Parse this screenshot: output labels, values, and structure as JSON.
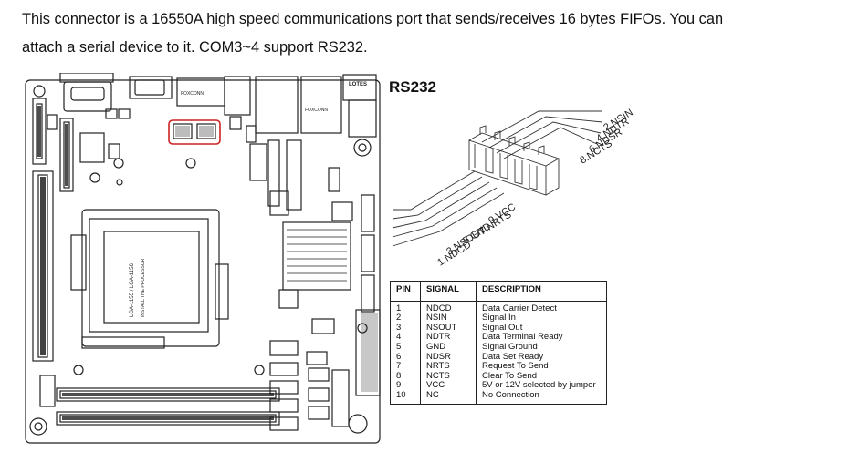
{
  "intro": {
    "line1": "This connector is a 16550A high speed communications port that sends/receives 16 bytes FIFOs. You can",
    "line2": "attach a serial device to it. COM3~4 support RS232."
  },
  "board": {
    "labels": {
      "lga_text1": "LGA-1155 / LGA-1156",
      "lga_text2": "INSTALL THE PROCESSOR",
      "foxconn1": "FOXCONN",
      "foxconn2": "FOXCONN",
      "lotes": "LOTES"
    },
    "highlight_color": "#cc2222"
  },
  "rs232": {
    "title": "RS232",
    "pin_labels": [
      "2.NSIN",
      "4.NDTR",
      "6.NDSR",
      "8.NCTS",
      "9.VCC",
      "7.NRTS",
      "5.GND",
      "3.NSOUT",
      "1.NDCD"
    ]
  },
  "table": {
    "headers": [
      "PIN",
      "SIGNAL",
      "DESCRIPTION"
    ],
    "rows": [
      [
        "1",
        "NDCD",
        "Data Carrier Detect"
      ],
      [
        "2",
        "NSIN",
        "Signal In"
      ],
      [
        "3",
        "NSOUT",
        "Signal Out"
      ],
      [
        "4",
        "NDTR",
        "Data Terminal Ready"
      ],
      [
        "5",
        "GND",
        "Signal Ground"
      ],
      [
        "6",
        "NDSR",
        "Data Set Ready"
      ],
      [
        "7",
        "NRTS",
        "Request To Send"
      ],
      [
        "8",
        "NCTS",
        "Clear To Send"
      ],
      [
        "9",
        "VCC",
        "5V or 12V selected by jumper"
      ],
      [
        "10",
        "NC",
        "No Connection"
      ]
    ]
  }
}
